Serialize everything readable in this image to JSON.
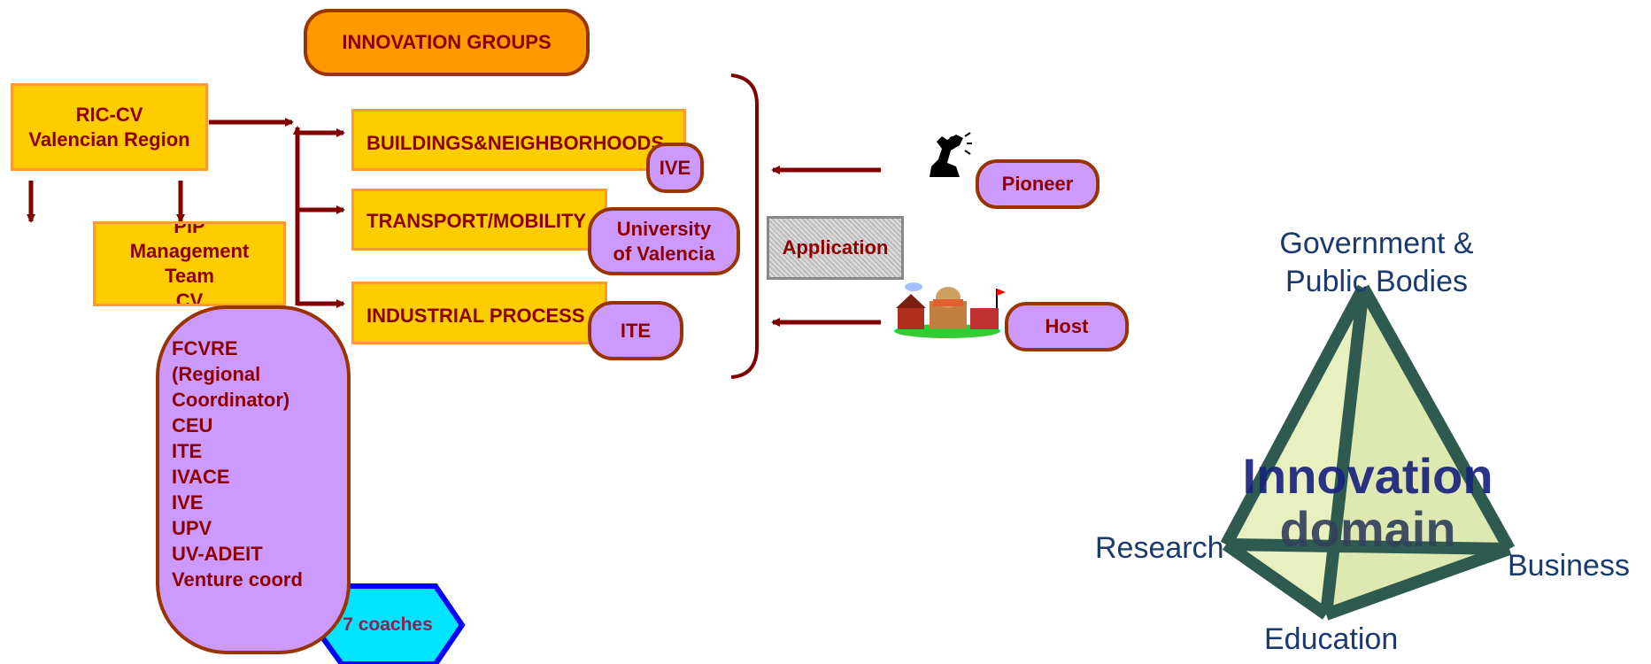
{
  "innovation_groups": "INNOVATION GROUPS",
  "ric": {
    "line1": "RIC-CV",
    "line2": "Valencian Region"
  },
  "pip": {
    "line1": "PiP",
    "line2": "Management",
    "line3": "Team",
    "line4": "CV"
  },
  "members": [
    "FCVRE",
    "(Regional",
    "Coordinator)",
    "CEU",
    "ITE",
    "IVACE",
    "IVE",
    "UPV",
    "UV-ADEIT",
    "Venture coord"
  ],
  "coaches": "7 coaches",
  "groups": [
    {
      "label": "BUILDINGS&NEIGHBORHOODS",
      "partner": "IVE"
    },
    {
      "label": "TRANSPORT/MOBILITY",
      "partner_line1": "University",
      "partner_line2": "of Valencia"
    },
    {
      "label": "INDUSTRIAL PROCESS",
      "partner": "ITE"
    }
  ],
  "application": "Application",
  "pioneer": "Pioneer",
  "host": "Host",
  "pyramid": {
    "top_line1": "Government &",
    "top_line2": "Public Bodies",
    "left": "Research",
    "right": "Business",
    "bottom": "Education",
    "center_line1": "Innovation",
    "center_line2": "domain"
  },
  "colors": {
    "yellow_box": "#ffcc00",
    "orange_header": "#ff9900",
    "purple_box": "#cc99ff",
    "dark_red": "#8b0000",
    "cyan_hex": "#00e5ff",
    "pyramid_edge": "#2f5a50",
    "pyramid_fill": "#e8f0c0"
  }
}
